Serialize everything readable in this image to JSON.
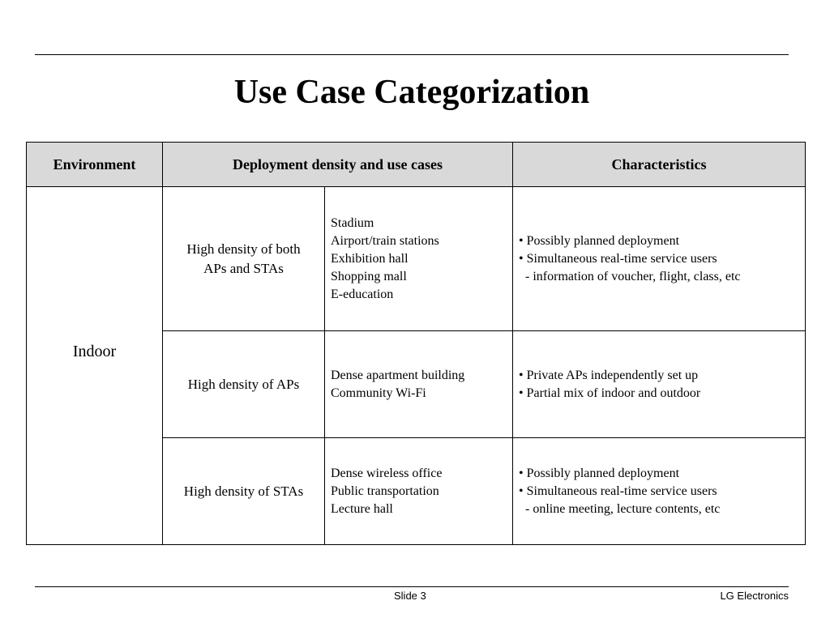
{
  "title": "Use Case Categorization",
  "table": {
    "headers": {
      "environment": "Environment",
      "deployment": "Deployment density and use cases",
      "characteristics": "Characteristics"
    },
    "environment": "Indoor",
    "rows": [
      {
        "density": [
          "High density of both",
          "APs and STAs"
        ],
        "use_cases": [
          "Stadium",
          "Airport/train stations",
          "Exhibition hall",
          "Shopping mall",
          "E-education"
        ],
        "characteristics": [
          "• Possibly planned deployment",
          "• Simultaneous real-time service users",
          "- information of voucher, flight, class, etc"
        ]
      },
      {
        "density": [
          "High density of APs"
        ],
        "use_cases": [
          "Dense apartment building",
          "Community Wi-Fi"
        ],
        "characteristics": [
          "• Private APs independently set up",
          "• Partial mix of indoor and outdoor"
        ]
      },
      {
        "density": [
          "High density of STAs"
        ],
        "use_cases": [
          "Dense wireless office",
          "Public transportation",
          "Lecture hall"
        ],
        "characteristics": [
          "• Possibly planned deployment",
          "• Simultaneous real-time service users",
          "- online meeting, lecture contents, etc"
        ]
      }
    ]
  },
  "footer": {
    "slide": "Slide 3",
    "organization": "LG Electronics"
  }
}
